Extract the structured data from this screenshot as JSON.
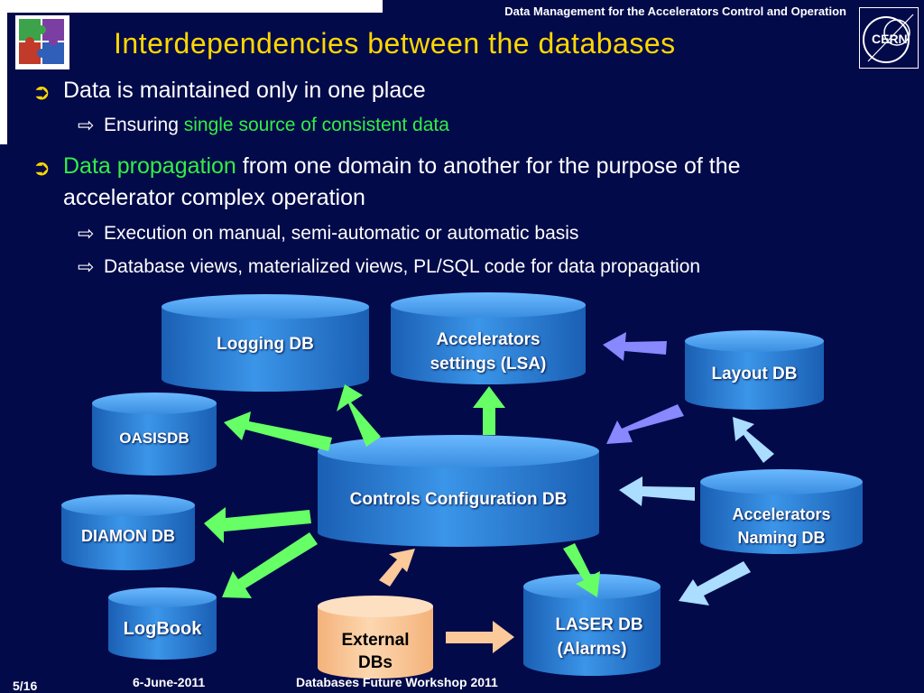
{
  "header": {
    "top_title": "Data Management for the Accelerators Control and Operation",
    "slide_title": "Interdependencies between the databases",
    "logo_right": "CERN"
  },
  "bullets": {
    "b1": "Data is maintained only in one place",
    "b1_sub_prefix": "Ensuring",
    "b1_sub_highlight": "single source of consistent data",
    "b2_highlight": "Data propagation",
    "b2_rest_line1": "from one domain to another for the purpose of the",
    "b2_line2": "accelerator complex operation",
    "b2_sub1": "Execution on manual, semi-automatic or automatic basis",
    "b2_sub2": "Database views, materialized views, PL/SQL code for data propagation"
  },
  "databases": {
    "logging": "Logging DB",
    "lsa_line1": "Accelerators",
    "lsa_line2": "settings (LSA)",
    "layout": "Layout DB",
    "oasis": "OASISDB",
    "ccdb": "Controls Configuration DB",
    "diamon": "DIAMON DB",
    "naming_line1": "Accelerators",
    "naming_line2": "Naming DB",
    "logbook": "LogBook",
    "external_line1": "External",
    "external_line2": "DBs",
    "laser_line1": "LASER DB",
    "laser_line2": "(Alarms)"
  },
  "colors": {
    "background": "#020a4a",
    "title": "#ffd700",
    "highlight": "#33ee44",
    "db_blue": "#2f86d8",
    "external_orange": "#fbc99a",
    "arrow_green": "#66ff66",
    "arrow_purple": "#8888ff",
    "arrow_lightblue": "#aaddff",
    "arrow_peach": "#fbc99a"
  },
  "footer": {
    "page": "5/16",
    "date": "6-June-2011",
    "event": "Databases Future Workshop 2011"
  }
}
